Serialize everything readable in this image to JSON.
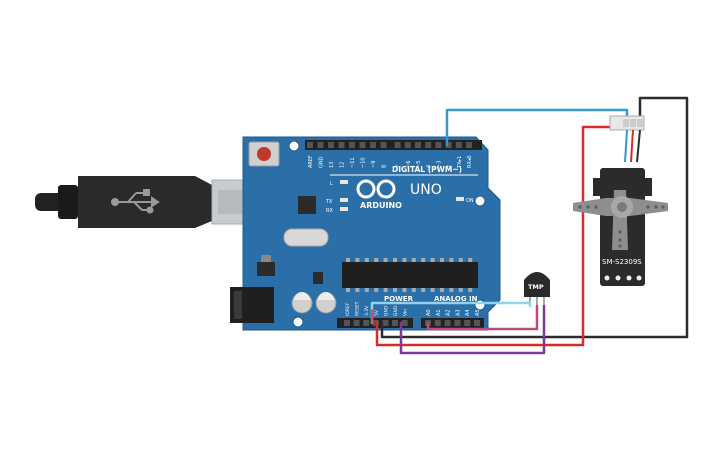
{
  "board": {
    "brand": "ARDUINO",
    "model": "UNO",
    "digital_label": "DIGITAL (PWM~)",
    "on_label": "ON",
    "l_label": "L",
    "tx_label": "TX",
    "rx_label": "RX",
    "power_label": "POWER",
    "analog_label": "ANALOG IN",
    "digital_pins": [
      "AREF",
      "GND",
      "13",
      "12",
      "~11",
      "~10",
      "~9",
      "8",
      "7",
      "~6",
      "~5",
      "4",
      "~3",
      "2",
      "TX▸1",
      "RX◂0"
    ],
    "power_pins": [
      "IOREF",
      "RESET",
      "3.3V",
      "5V",
      "GND",
      "GND",
      "Vin"
    ],
    "analog_pins": [
      "A0",
      "A1",
      "A2",
      "A3",
      "A4",
      "A5"
    ]
  },
  "sensor": {
    "label": "TMP"
  },
  "servo": {
    "label": "SM-S2309S"
  },
  "colors": {
    "board": "#2a6fa8",
    "wire_signal": "#2f9bd0",
    "wire_red": "#d92b2b",
    "wire_black": "#2b2b2b",
    "wire_purple": "#7a3b96",
    "wire_pink": "#c0487e",
    "wire_light_blue": "#8fd3ee"
  }
}
